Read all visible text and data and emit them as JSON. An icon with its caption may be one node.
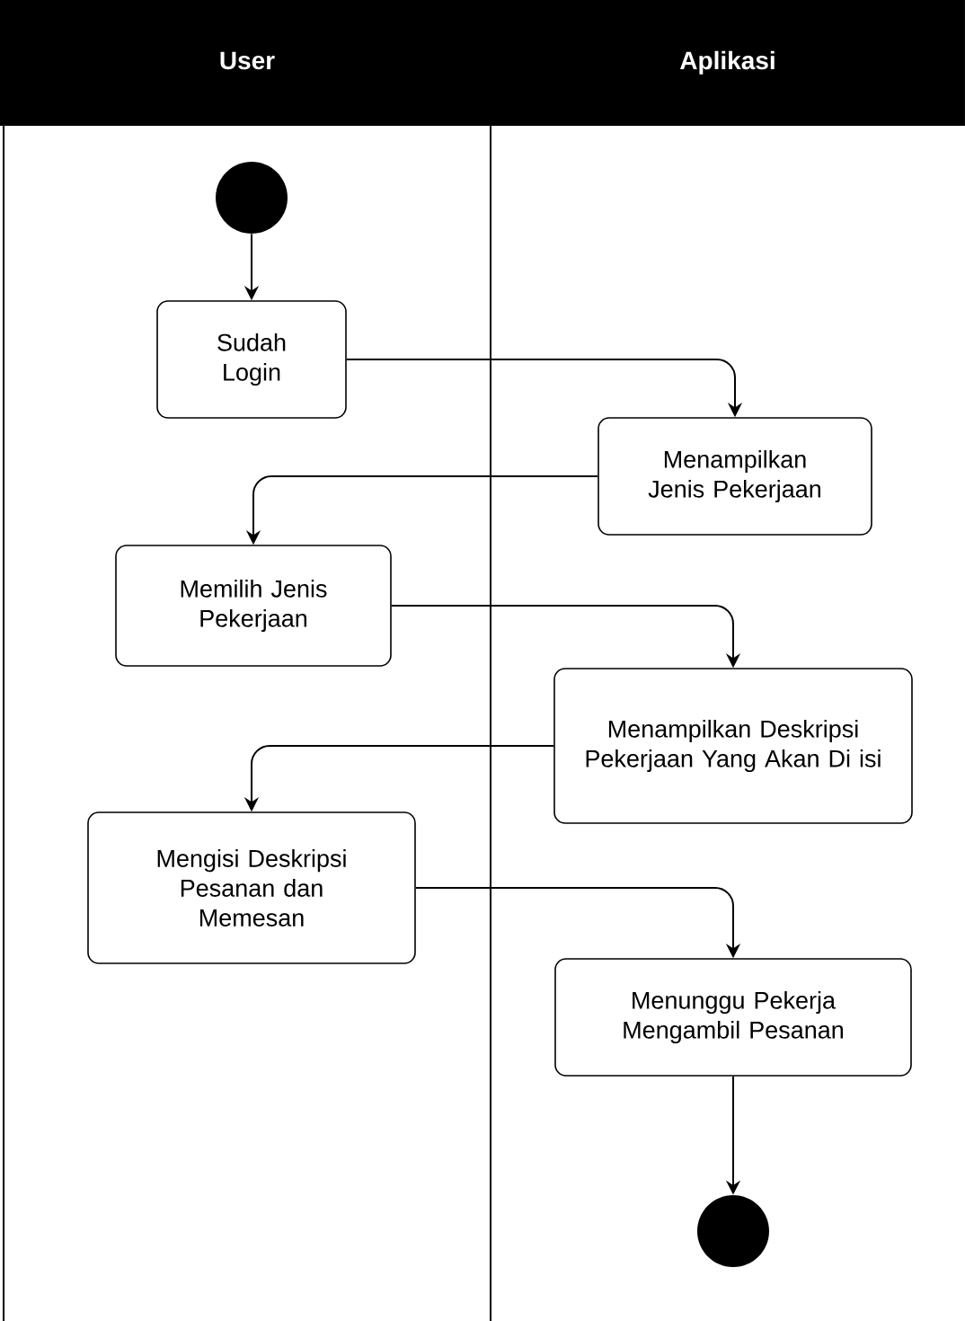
{
  "diagram": {
    "nodes": [
      {
        "text": [
          "User"
        ]
      },
      {
        "text": [
          "Aplikasi"
        ]
      },
      {
        "text": [],
        "shape": "circle",
        "in": 0
      },
      {
        "text": [
          "Sudah Login"
        ],
        "in": 0
      },
      {
        "text": [
          "Menampilkan Jenis Pekerjaan"
        ],
        "in": 1
      },
      {
        "text": [
          "Memilih Jenis Pekerjaan"
        ],
        "in": 0
      },
      {
        "text": [
          "Menampilkan Deskripsi Pekerjaan Yang Akan Di isi"
        ],
        "in": 1
      },
      {
        "text": [
          "Mengisi Deskripsi Pesanan dan Memesan"
        ],
        "in": 0
      },
      {
        "text": [
          "Menunggu Pekerja Mengambil Pesanan"
        ],
        "in": 1
      },
      {
        "text": [],
        "shape": "circle",
        "in": 1
      }
    ],
    "edges": [
      {
        "from": 2,
        "to": 3,
        "arrow": "to"
      },
      {
        "from": 3,
        "to": 4,
        "arrow": "to"
      },
      {
        "from": 4,
        "to": 5,
        "arrow": "to"
      },
      {
        "from": 5,
        "to": 6,
        "arrow": "to"
      },
      {
        "from": 6,
        "to": 7,
        "arrow": "to"
      },
      {
        "from": 7,
        "to": 8,
        "arrow": "to"
      },
      {
        "from": 8,
        "to": 9,
        "arrow": "to"
      }
    ]
  }
}
